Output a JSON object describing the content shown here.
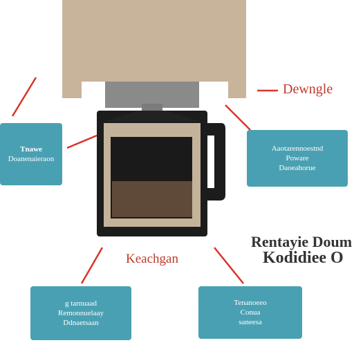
{
  "colors": {
    "box_fill": "#4aa0b3",
    "connector": "#d9342b",
    "housing": "#c7b49b",
    "machine_body": "#1c1c1c",
    "carafe": "#c4b39a",
    "shaft": "#8a8a8a",
    "label_red": "#c0392b",
    "label_dark": "#333333"
  },
  "labels": {
    "top_right": "Dewngle",
    "center": "Keachgan",
    "right_line1": "Rentayie Doum",
    "right_line2": "Kodidiee O"
  },
  "boxes": {
    "left": {
      "lines": [
        "Tnawe",
        "Doanenaieraon"
      ]
    },
    "right": {
      "lines": [
        "Aaotarennoestnd",
        "Poware",
        "Daoeahorue"
      ]
    },
    "bottom_left": {
      "lines": [
        "g tarnuaad",
        "Remonnuelaay",
        "Ddnaetsaan"
      ]
    },
    "bottom_right": {
      "lines": [
        "Tenanoeeo",
        "Conua",
        "saneesa"
      ]
    }
  },
  "icons": {
    "machine": "coffee-maker-icon"
  }
}
